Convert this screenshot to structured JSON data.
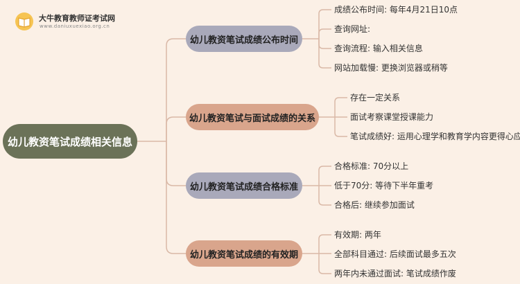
{
  "logo": {
    "icon": "open-book-icon",
    "name": "大牛教育教师证考试网",
    "url": "www.daniuxuexiao.org.cn"
  },
  "root": {
    "label": "幼儿教资笔试成绩相关信息"
  },
  "branches": [
    {
      "label": "幼儿教资笔试成绩公布时间",
      "color": "#a9a9ba",
      "leaves": [
        "成绩公布时间: 每年4月21日10点",
        "查询网址:",
        "查询流程: 输入相关信息",
        "网站加载慢: 更换浏览器或稍等"
      ]
    },
    {
      "label": "幼儿教资笔试与面试成绩的关系",
      "color": "#d9a58c",
      "leaves": [
        "存在一定关系",
        "面试考察课堂授课能力",
        "笔试成绩好: 运用心理学和教育学内容更得心应手"
      ]
    },
    {
      "label": "幼儿教资笔试成绩合格标准",
      "color": "#a9a9ba",
      "leaves": [
        "合格标准: 70分以上",
        "低于70分: 等待下半年重考",
        "合格后: 继续参加面试"
      ]
    },
    {
      "label": "幼儿教资笔试成绩的有效期",
      "color": "#d9a58c",
      "leaves": [
        "有效期: 两年",
        "全部科目通过: 后续面试最多五次",
        "两年内未通过面试: 笔试成绩作废"
      ]
    }
  ],
  "line_color": "#d9b8a6"
}
